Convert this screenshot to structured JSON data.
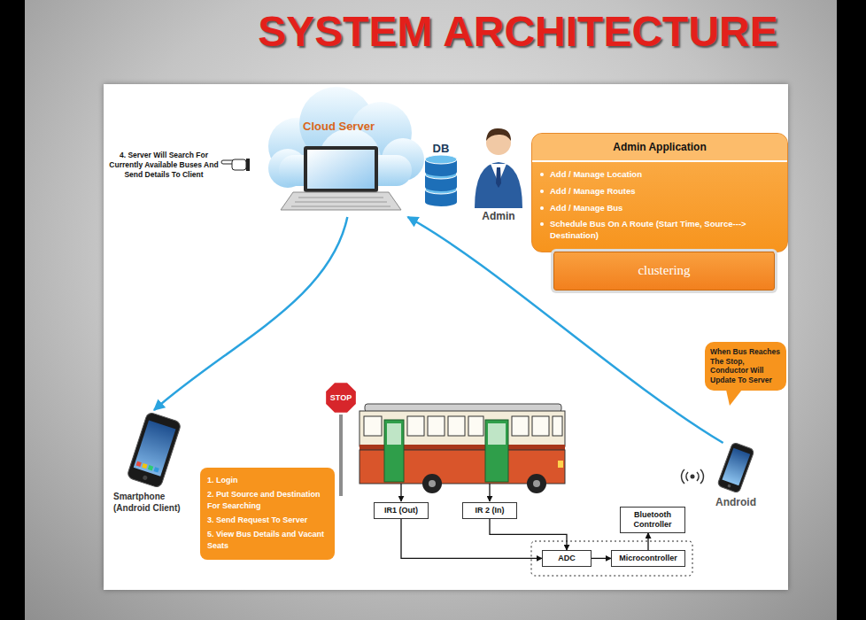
{
  "diagram": {
    "title": "SYSTEM ARCHITECTURE",
    "nodes": [
      {
        "text": [
          "Cloud Server"
        ]
      },
      {
        "text": [
          "DB"
        ]
      },
      {
        "text": [
          "Admin"
        ]
      },
      {
        "text": [
          "Admin Application",
          "Add / Manage Location",
          "Add / Manage Routes",
          "Add / Manage Bus",
          "Schedule Bus On A Route (Start Time, Source---> Destination)"
        ]
      },
      {
        "text": [
          "clustering"
        ]
      },
      {
        "text": [
          "Smartphone (Android Client)"
        ]
      },
      {
        "text": [
          "1. Login",
          "2. Put Source and Destination For Searching",
          "3. Send Request To Server",
          "5. View Bus Details and Vacant Seats"
        ]
      },
      {
        "text": [
          "IR1 (Out)"
        ]
      },
      {
        "text": [
          "IR 2 (In)"
        ]
      },
      {
        "text": [
          "ADC"
        ]
      },
      {
        "text": [
          "Microcontroller"
        ]
      },
      {
        "text": [
          "Bluetooth Controller"
        ]
      },
      {
        "text": [
          "When Bus Reaches The Stop, Conductor Will Update To Server"
        ]
      },
      {
        "text": [
          "Android"
        ]
      }
    ],
    "edges": [
      {
        "from": 0,
        "to": 5,
        "arrow": "to"
      },
      {
        "from": 13,
        "to": 0,
        "arrow": "to"
      },
      {
        "from": 7,
        "to": 9,
        "arrow": "to"
      },
      {
        "from": 8,
        "to": 9,
        "arrow": "to"
      },
      {
        "from": 9,
        "to": 10,
        "arrow": "to"
      },
      {
        "from": 10,
        "to": 11,
        "arrow": "to"
      }
    ],
    "labels": [
      "4. Server Will Search For Currently Available Buses And Send Details To Client",
      "STOP"
    ]
  }
}
